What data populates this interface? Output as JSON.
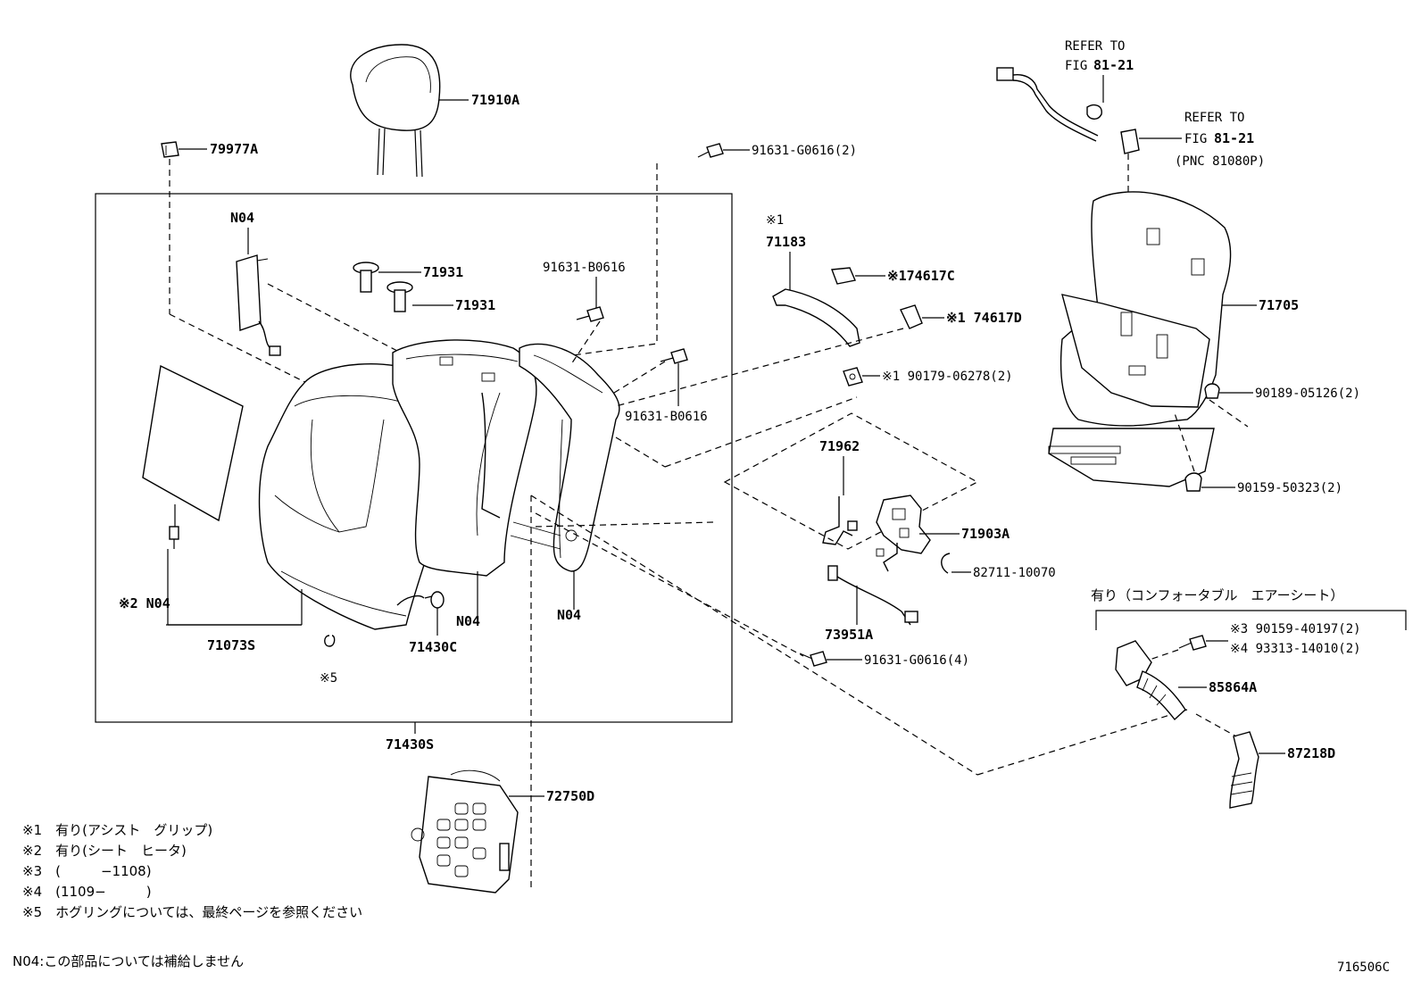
{
  "labels": {
    "p71910A": "71910A",
    "p79977A": "79977A",
    "p91631G0616_2": "91631-G0616(2)",
    "n04_top": "N04",
    "p71931_a": "71931",
    "p71931_b": "71931",
    "p91631B0616_a": "91631-B0616",
    "p91631B0616_b": "91631-B0616",
    "p71183_mark": "※1",
    "p71183": "71183",
    "p74617C": "※174617C",
    "p74617D": "※1 74617D",
    "p90179": "※1 90179-06278(2)",
    "refer1_a": "REFER TO",
    "refer1_b": "FIG",
    "refer1_c": "81-21",
    "refer2_a": "REFER TO",
    "refer2_b": "FIG",
    "refer2_c": "81-21",
    "refer2_d": "(PNC 81080P)",
    "p71705": "71705",
    "p90189": "90189-05126(2)",
    "p90159_50323": "90159-50323(2)",
    "p71962": "71962",
    "p71903A": "71903A",
    "p82711": "82711-10070",
    "p73951A": "73951A",
    "p91631G0616_4": "91631-G0616(4)",
    "n04_heater": "※2 N04",
    "p71073S": "71073S",
    "n04_pad": "N04",
    "n04_frame": "N04",
    "p71430C": "71430C",
    "mark5": "※5",
    "p71430S": "71430S",
    "p72750D": "72750D",
    "air_seat_header": "有り（コンフォータブル　エアーシート）",
    "p90159_40197": "※3 90159-40197(2)",
    "p93313": "※4 93313-14010(2)",
    "p85864A": "85864A",
    "p87218D": "87218D"
  },
  "notes": [
    "※1　有り(アシスト　グリップ)",
    "※2　有り(シート　ヒータ)",
    "※3　(　　　−1108)",
    "※4　(1109−　　　)",
    "※5　ホグリングについては、最終ページを参照ください"
  ],
  "footer_note": "N04:この部品については補給しません",
  "figure_id": "716506C"
}
